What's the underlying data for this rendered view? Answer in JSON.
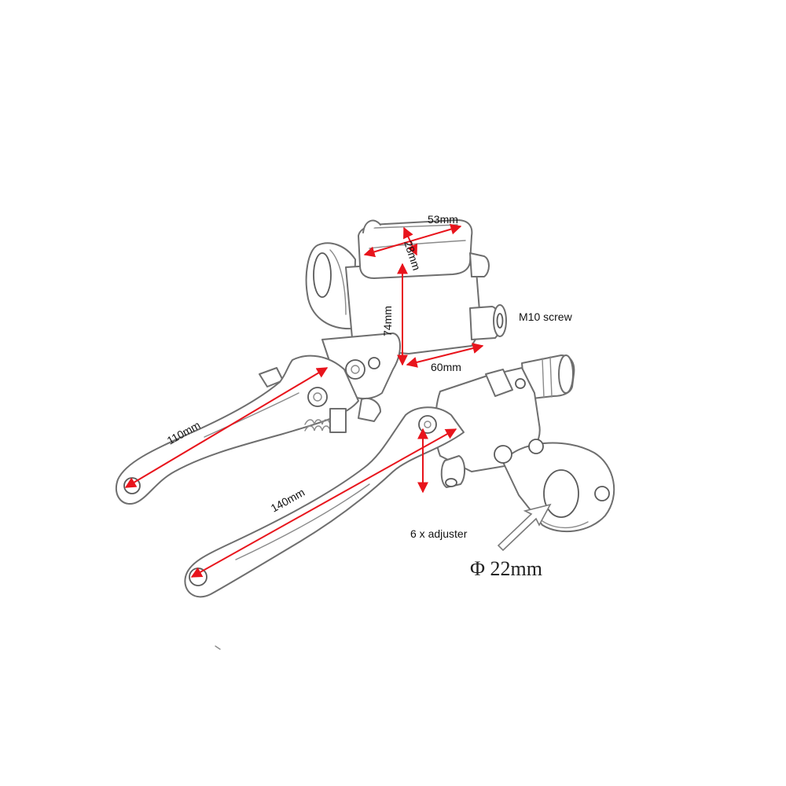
{
  "labels": {
    "width_53": "53mm",
    "depth_28": "28mm",
    "height_74": "74mm",
    "length_60": "60mm",
    "screw": "M10 screw",
    "lever_110": "110mm",
    "lever_140": "140mm",
    "adjuster": "6 x adjuster",
    "diameter": "Φ 22mm"
  },
  "colors": {
    "dimension_arrow": "#e8141c",
    "outline": "#6e6e6e"
  }
}
